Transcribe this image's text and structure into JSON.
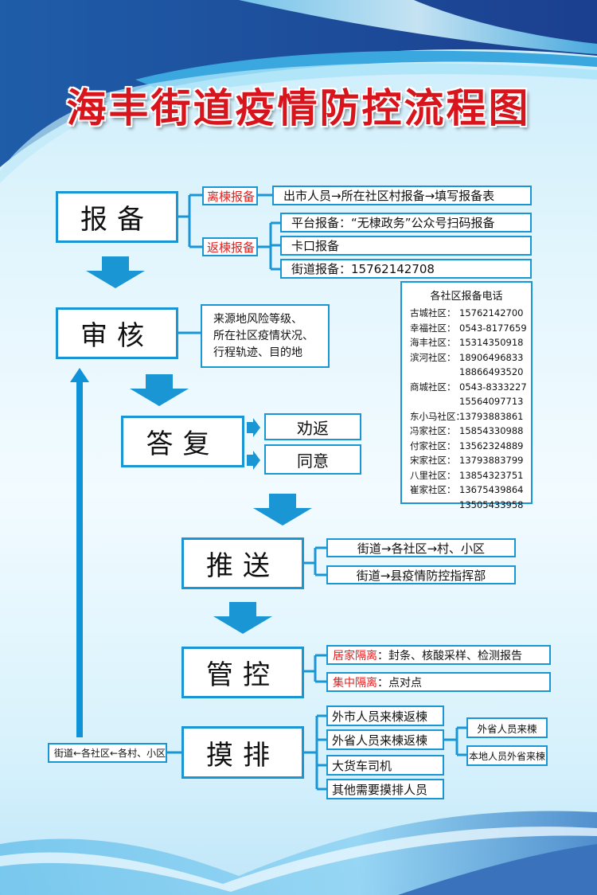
{
  "title": "海丰街道疫情防控流程图",
  "colors": {
    "accent": "#1a96d4",
    "title_red": "#d8141c",
    "label_red": "#e02020"
  },
  "steps": {
    "report": {
      "label": "报备",
      "branches": [
        {
          "label": "离楝报备",
          "items": [
            "出市人员→所在社区村报备→填写报备表"
          ]
        },
        {
          "label": "返楝报备",
          "items": [
            "平台报备：“无棣政务”公众号扫码报备",
            "卡口报备",
            "街道报备：15762142708"
          ]
        }
      ]
    },
    "review": {
      "label": "审核",
      "criteria": [
        "来源地风险等级、",
        "所在社区疫情状况、",
        "行程轨迹、目的地"
      ]
    },
    "reply": {
      "label": "答复",
      "options": [
        "劝返",
        "同意"
      ]
    },
    "push": {
      "label": "推送",
      "items": [
        "街道→各社区→村、小区",
        "街道→县疫情防控指挥部"
      ]
    },
    "control": {
      "label": "管控",
      "items": [
        {
          "type": "居家隔离",
          "detail": "：封条、核酸采样、检测报告"
        },
        {
          "type": "集中隔离",
          "detail": "：点对点"
        }
      ]
    },
    "screening": {
      "label": "摸排",
      "feedback": "街道←各社区←各村、小区",
      "items": [
        "外市人员来楝返楝",
        "外省人员来楝返楝",
        "大货车司机",
        "其他需要摸排人员"
      ],
      "subitems": [
        "外省人员来楝",
        "本地人员外省来楝"
      ]
    }
  },
  "phone_directory": {
    "title": "各社区报备电话",
    "entries": [
      {
        "name": "古城社区：",
        "number": "15762142700"
      },
      {
        "name": "幸福社区：",
        "number": "0543-8177659"
      },
      {
        "name": "海丰社区：",
        "number": "15314350918"
      },
      {
        "name": "滨河社区：",
        "number": "18906496833"
      },
      {
        "name": "",
        "number": "18866493520"
      },
      {
        "name": "商城社区：",
        "number": "0543-8333227"
      },
      {
        "name": "",
        "number": "15564097713"
      },
      {
        "name": "东小马社区：",
        "number": "13793883861"
      },
      {
        "name": "冯家社区：",
        "number": "15854330988"
      },
      {
        "name": "付家社区：",
        "number": "13562324889"
      },
      {
        "name": "宋家社区：",
        "number": "13793883799"
      },
      {
        "name": "八里社区：",
        "number": "13854323751"
      },
      {
        "name": "崔家社区：",
        "number": "13675439864"
      },
      {
        "name": "",
        "number": "13505433958"
      }
    ]
  }
}
